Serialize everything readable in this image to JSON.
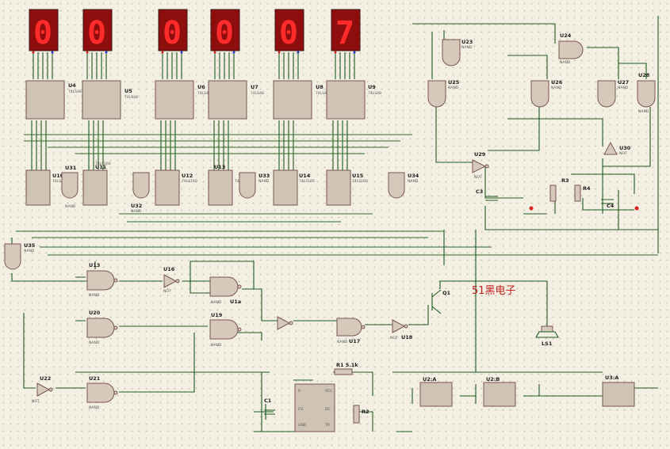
{
  "displays": [
    {
      "id": "d1",
      "digit": "0"
    },
    {
      "id": "d2",
      "digit": "0"
    },
    {
      "id": "d3",
      "digit": "0"
    },
    {
      "id": "d4",
      "digit": "0"
    },
    {
      "id": "d5",
      "digit": "0"
    },
    {
      "id": "d6",
      "digit": "7"
    }
  ],
  "decoders": [
    {
      "ref": "U4",
      "val": "74LS48"
    },
    {
      "ref": "U5",
      "val": "74LS48"
    },
    {
      "ref": "U6",
      "val": "74LS48"
    },
    {
      "ref": "U7",
      "val": "74LS48"
    },
    {
      "ref": "U8",
      "val": "74LS48"
    },
    {
      "ref": "U9",
      "val": "74LS48"
    }
  ],
  "counters": [
    {
      "ref": "U10",
      "val": "74LS160"
    },
    {
      "ref": "U11",
      "val": "74LS160"
    },
    {
      "ref": "U12",
      "val": "74LS160"
    },
    {
      "ref": "U13",
      "val": "74LS160"
    },
    {
      "ref": "U14",
      "val": "74LS160"
    },
    {
      "ref": "U15",
      "val": "74LS160"
    }
  ],
  "gates": [
    {
      "ref": "U23",
      "val": "NAND"
    },
    {
      "ref": "U24",
      "val": "NAND"
    },
    {
      "ref": "U25",
      "val": "NAND"
    },
    {
      "ref": "U26",
      "val": "NAND"
    },
    {
      "ref": "U27",
      "val": "NAND"
    },
    {
      "ref": "U28",
      "val": "NAND"
    },
    {
      "ref": "U29",
      "val": "NOT"
    },
    {
      "ref": "U30",
      "val": "NOT"
    },
    {
      "ref": "U31",
      "val": "NAND"
    },
    {
      "ref": "U32",
      "val": "NAND"
    },
    {
      "ref": "U33",
      "val": "NAND"
    },
    {
      "ref": "U34",
      "val": "NAND"
    },
    {
      "ref": "U35",
      "val": "NAND"
    },
    {
      "ref": "U16",
      "val": "NOT"
    },
    {
      "ref": "U17",
      "val": "NAND"
    },
    {
      "ref": "U18",
      "val": "NOT"
    },
    {
      "ref": "U19",
      "val": "NAND"
    },
    {
      "ref": "U1a",
      "val": "NAND"
    },
    {
      "ref": "U20",
      "val": "NAND"
    },
    {
      "ref": "U21",
      "val": "NAND"
    },
    {
      "ref": "U22",
      "val": "NOT"
    }
  ],
  "passives": {
    "c1": "C1",
    "r1": "R1 5.1k",
    "r2": "R2",
    "c3": "C3",
    "r3": "R3",
    "r4": "R4",
    "c4": "C4",
    "q1": "Q1",
    "ls1": "LS1",
    "u2a": "U2:A",
    "u2b": "U2:B",
    "u3a": "U3:A"
  },
  "brand_text": "51黑电子",
  "colors": {
    "background": "#f3f0e3",
    "wire": "#1f5a1f",
    "component_fill": "#cfc3b4",
    "component_outline": "#7a5555",
    "display_bg": "#8e0d0d",
    "display_segment": "#ff2b2b",
    "brand": "#c21f1f"
  }
}
